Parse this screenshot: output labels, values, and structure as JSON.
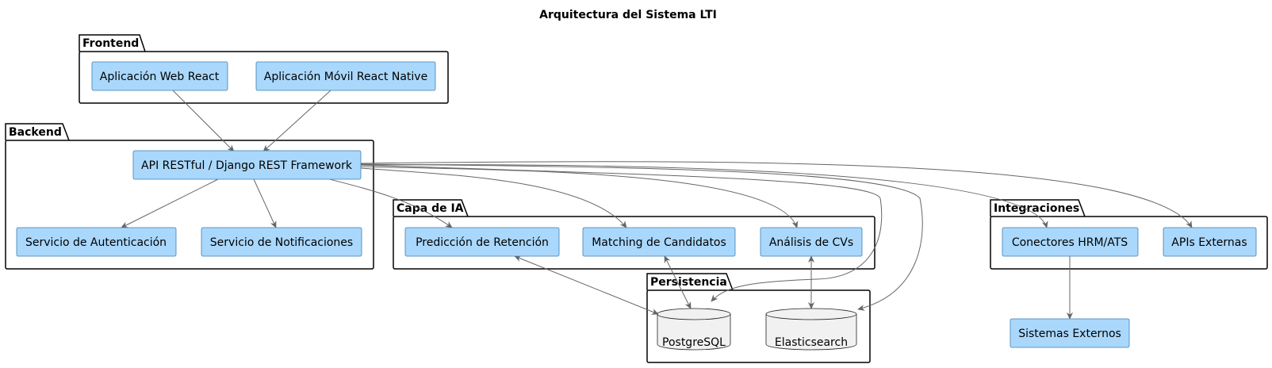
{
  "title": "Arquitectura del Sistema LTI",
  "packages": {
    "frontend": "Frontend",
    "backend": "Backend",
    "ia": "Capa de IA",
    "persistencia": "Persistencia",
    "integraciones": "Integraciones"
  },
  "nodes": {
    "web": "Aplicación Web React",
    "movil": "Aplicación Móvil React Native",
    "api": "API RESTful / Django REST Framework",
    "auth": "Servicio de Autenticación",
    "notif": "Servicio de Notificaciones",
    "retencion": "Predicción de Retención",
    "matching": "Matching de Candidatos",
    "cvs": "Análisis de CVs",
    "postgres": "PostgreSQL",
    "elastic": "Elasticsearch",
    "hrm": "Conectores HRM/ATS",
    "apis_ext": "APIs Externas",
    "sistemas_ext": "Sistemas Externos"
  },
  "colors": {
    "node_fill": "#aad8fc",
    "node_border": "#3d7fb0",
    "database_fill": "#f1f1f1",
    "edge": "#666666"
  }
}
